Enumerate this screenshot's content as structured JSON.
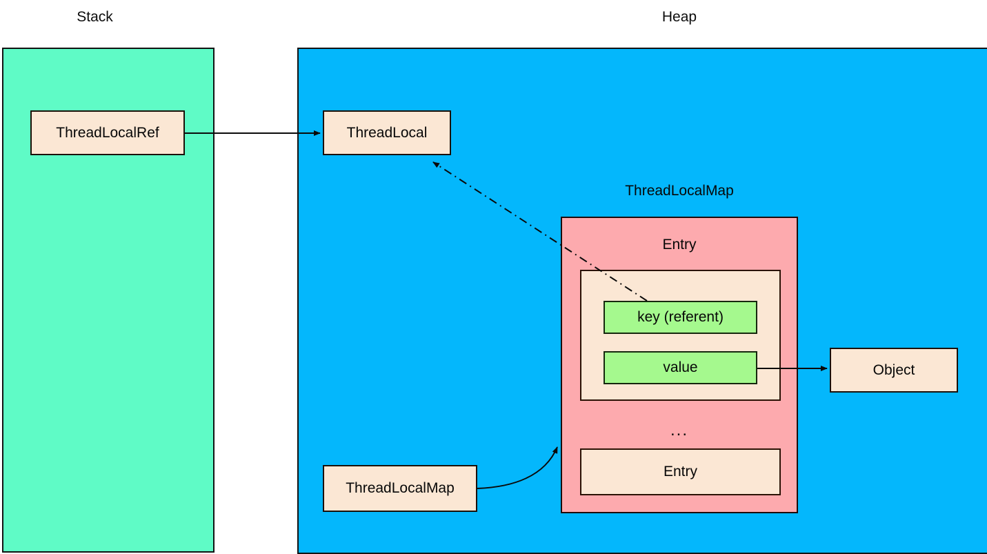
{
  "diagram": {
    "title_stack": "Stack",
    "title_heap": "Heap"
  },
  "regions": {
    "stack": {
      "label": "Stack",
      "color": "#5ffbc6"
    },
    "heap": {
      "label": "Heap",
      "color": "#04b7fc"
    }
  },
  "nodes": {
    "thread_local_ref": {
      "label": "ThreadLocalRef"
    },
    "thread_local": {
      "label": "ThreadLocal"
    },
    "thread_local_map_label": {
      "label": "ThreadLocalMap"
    },
    "thread_local_map_box": {
      "label": "ThreadLocalMap"
    },
    "entry_title": {
      "label": "Entry"
    },
    "key_slot": {
      "label": "key (referent)"
    },
    "value_slot": {
      "label": "value"
    },
    "ellipsis": {
      "label": "..."
    },
    "entry_second": {
      "label": "Entry"
    },
    "object": {
      "label": "Object"
    }
  },
  "colors": {
    "stack_fill": "#5ffbc6",
    "heap_fill": "#04b7fc",
    "map_fill": "#fdaaae",
    "node_fill": "#fbe7d4",
    "slot_fill": "#a5f98e",
    "stroke": "#111111"
  },
  "edges": [
    {
      "name": "ref-to-threadlocal",
      "from": "ThreadLocalRef",
      "to": "ThreadLocal",
      "style": "solid"
    },
    {
      "name": "key-to-threadlocal",
      "from": "key (referent)",
      "to": "ThreadLocal",
      "style": "dash-dot"
    },
    {
      "name": "value-to-object",
      "from": "value",
      "to": "Object",
      "style": "solid"
    },
    {
      "name": "map-to-entries",
      "from": "ThreadLocalMap",
      "to": "ThreadLocalMap entries",
      "style": "curved"
    }
  ]
}
